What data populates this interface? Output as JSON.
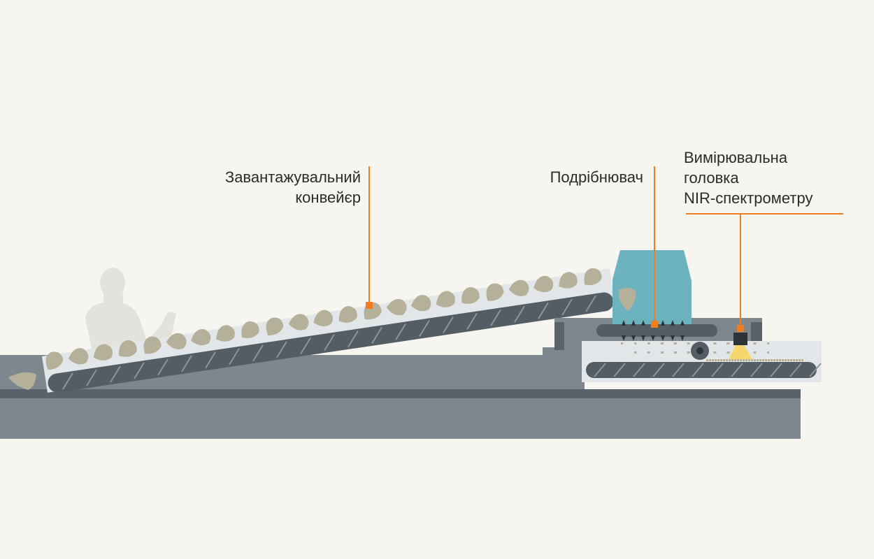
{
  "labels": {
    "loading_conveyor": [
      "Завантажувальний",
      "конвейєр"
    ],
    "shredder": "Подрібнювач",
    "nir_head": [
      "Вимірювальна",
      "головка",
      "NIR-спектрометру"
    ]
  },
  "colors": {
    "background": "#f6f5ef",
    "accent": "#f07d1f",
    "hopper": "#6db3bf",
    "seed": "#b5b09a",
    "belt": "#555d64",
    "base": "#7f878e",
    "tray": "#e3e6e8",
    "light_cone": "#f5d76e"
  }
}
